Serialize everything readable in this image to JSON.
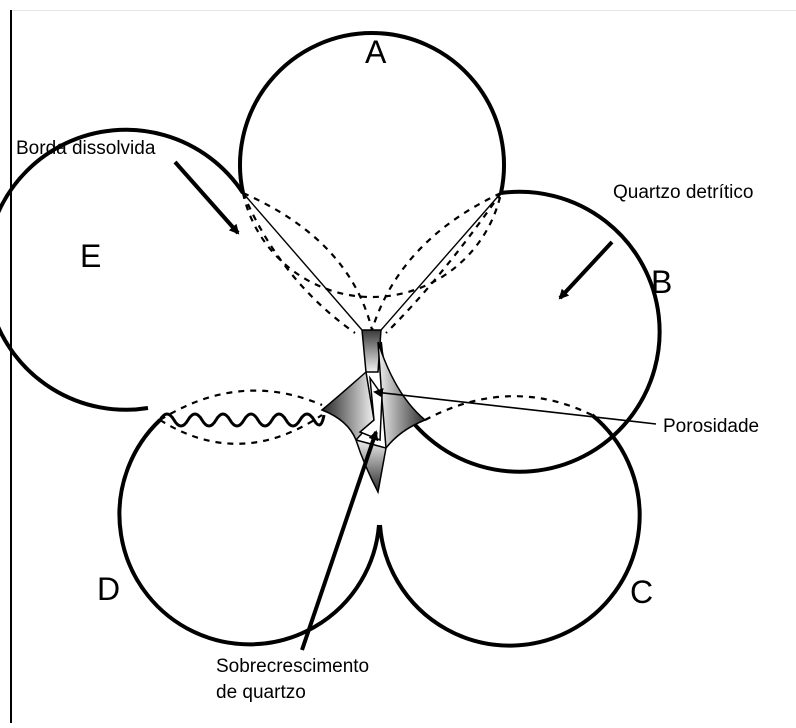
{
  "grains": {
    "a": "A",
    "b": "B",
    "c": "C",
    "d": "D",
    "e": "E"
  },
  "labels": {
    "borda": "Borda dissolvida",
    "quartzo": "Quartzo detrítico",
    "porosidade": "Porosidade",
    "sobre1": "Sobrecrescimento",
    "sobre2": "de quartzo"
  }
}
